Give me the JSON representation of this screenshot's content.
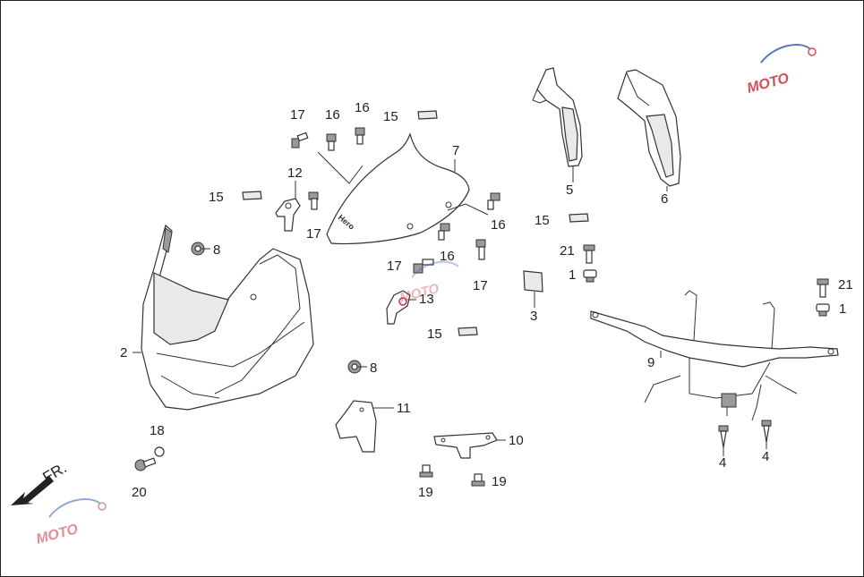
{
  "diagram": {
    "callouts": [
      "17",
      "16",
      "16",
      "15",
      "7",
      "12",
      "15",
      "8",
      "17",
      "16",
      "17",
      "16",
      "17",
      "13",
      "15",
      "2",
      "8",
      "11",
      "10",
      "18",
      "20",
      "19",
      "19",
      "5",
      "6",
      "15",
      "21",
      "1",
      "3",
      "9",
      "21",
      "1",
      "4",
      "4"
    ],
    "direction_label": "FR.",
    "watermark": "MOTO",
    "shield_text": "Hero",
    "colors": {
      "line": "#333333",
      "label": "#222222",
      "watermark_red": "#c8323c",
      "watermark_blue": "#3a5fb0"
    }
  }
}
